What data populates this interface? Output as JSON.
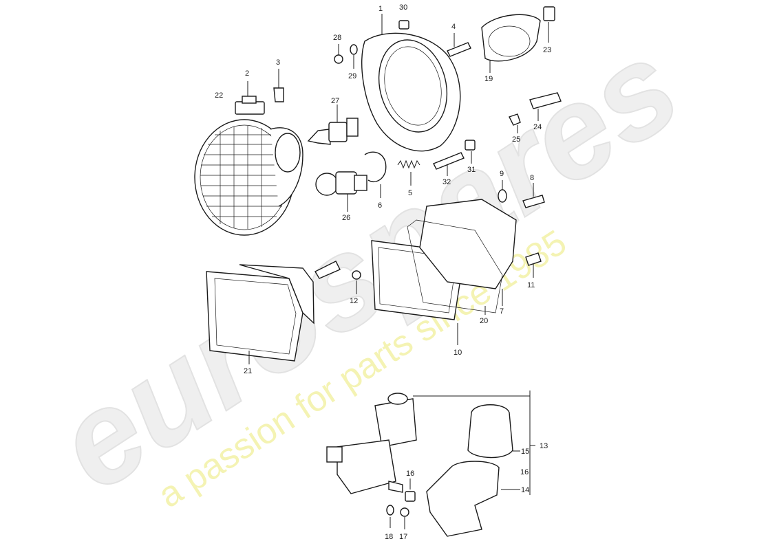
{
  "watermark": {
    "brand": "eurospares",
    "tagline": "a passion for parts since 1985"
  },
  "labels": {
    "p1": "1",
    "p2": "2",
    "p3": "3",
    "p4": "4",
    "p5": "5",
    "p6": "6",
    "p7": "7",
    "p8": "8",
    "p9": "9",
    "p10": "10",
    "p11": "11",
    "p12": "12",
    "p13": "13",
    "p14": "14",
    "p15": "15",
    "p16": "16",
    "p16b": "16",
    "p17": "17",
    "p18": "18",
    "p19": "19",
    "p20": "20",
    "p21": "21",
    "p22": "22",
    "p23": "23",
    "p24": "24",
    "p25": "25",
    "p26": "26",
    "p27": "27",
    "p28": "28",
    "p29": "29",
    "p30": "30",
    "p31": "31",
    "p32": "32"
  }
}
